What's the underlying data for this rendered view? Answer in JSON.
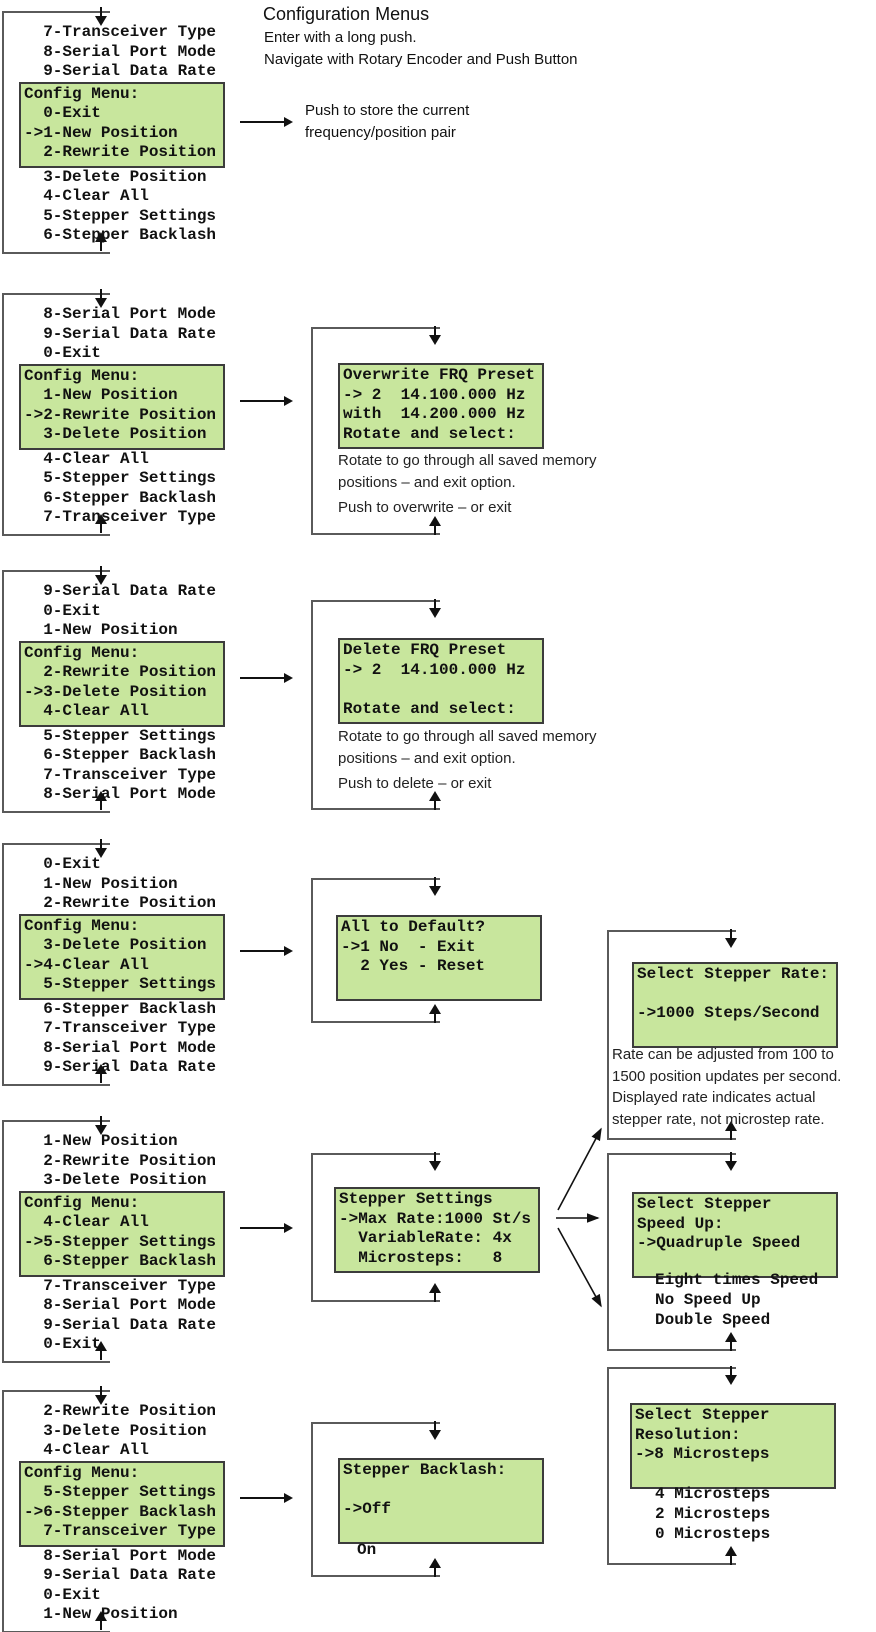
{
  "header": {
    "title": "Configuration Menus",
    "subtitle1": "Enter with a long push.",
    "subtitle2": "Navigate with Rotary Encoder and Push Button"
  },
  "note_store": {
    "lines": [
      "Push to store the current",
      "frequency/position pair"
    ]
  },
  "menus": [
    {
      "above": [
        "  7-Transceiver Type",
        "  8-Serial Port Mode",
        "  9-Serial Data Rate"
      ],
      "lcd": [
        "Config Menu:",
        "  0-Exit",
        "->1-New Position",
        "  2-Rewrite Position"
      ],
      "below": [
        "  3-Delete Position",
        "  4-Clear All",
        "  5-Stepper Settings",
        "  6-Stepper Backlash"
      ]
    },
    {
      "above": [
        "  8-Serial Port Mode",
        "  9-Serial Data Rate",
        "  0-Exit"
      ],
      "lcd": [
        "Config Menu:",
        "  1-New Position",
        "->2-Rewrite Position",
        "  3-Delete Position"
      ],
      "below": [
        "  4-Clear All",
        "  5-Stepper Settings",
        "  6-Stepper Backlash",
        "  7-Transceiver Type"
      ]
    },
    {
      "above": [
        "  9-Serial Data Rate",
        "  0-Exit",
        "  1-New Position"
      ],
      "lcd": [
        "Config Menu:",
        "  2-Rewrite Position",
        "->3-Delete Position",
        "  4-Clear All"
      ],
      "below": [
        "  5-Stepper Settings",
        "  6-Stepper Backlash",
        "  7-Transceiver Type",
        "  8-Serial Port Mode"
      ]
    },
    {
      "above": [
        "  0-Exit",
        "  1-New Position",
        "  2-Rewrite Position"
      ],
      "lcd": [
        "Config Menu:",
        "  3-Delete Position",
        "->4-Clear All",
        "  5-Stepper Settings"
      ],
      "below": [
        "  6-Stepper Backlash",
        "  7-Transceiver Type",
        "  8-Serial Port Mode",
        "  9-Serial Data Rate"
      ]
    },
    {
      "above": [
        "  1-New Position",
        "  2-Rewrite Position",
        "  3-Delete Position"
      ],
      "lcd": [
        "Config Menu:",
        "  4-Clear All",
        "->5-Stepper Settings",
        "  6-Stepper Backlash"
      ],
      "below": [
        "  7-Transceiver Type",
        "  8-Serial Port Mode",
        "  9-Serial Data Rate",
        "  0-Exit"
      ]
    },
    {
      "above": [
        "  2-Rewrite Position",
        "  3-Delete Position",
        "  4-Clear All"
      ],
      "lcd": [
        "Config Menu:",
        "  5-Stepper Settings",
        "->6-Stepper Backlash",
        "  7-Transceiver Type"
      ],
      "below": [
        "  8-Serial Port Mode",
        "  9-Serial Data Rate",
        "  0-Exit",
        "  1-New Position"
      ]
    }
  ],
  "screens": {
    "overwrite": {
      "lcd": [
        "Overwrite FRQ Preset",
        "-> 2  14.100.000 Hz",
        "with  14.200.000 Hz",
        "Rotate and select:"
      ],
      "caption": [
        "Rotate to go through all saved memory",
        "positions – and exit option."
      ],
      "caption2": [
        "Push to overwrite – or exit"
      ]
    },
    "delete": {
      "lcd": [
        "Delete FRQ Preset",
        "-> 2  14.100.000 Hz",
        "",
        "Rotate and select:"
      ],
      "caption": [
        "Rotate to go through all saved memory",
        "positions – and exit option."
      ],
      "caption2": [
        "Push to delete – or exit"
      ]
    },
    "defaults": {
      "lcd": [
        "All to Default?",
        "->1 No  - Exit",
        "  2 Yes - Reset",
        ""
      ]
    },
    "stepper": {
      "lcd": [
        "Stepper Settings",
        "->Max Rate:1000 St/s",
        "  VariableRate: 4x",
        "  Microsteps:   8"
      ]
    },
    "rate": {
      "lcd": [
        "Select Stepper Rate:",
        "",
        "->1000 Steps/Second",
        ""
      ],
      "caption": [
        "Rate can be adjusted from 100 to",
        "1500 position updates per second.",
        "Displayed rate indicates actual",
        "stepper rate, not microstep rate."
      ]
    },
    "speed": {
      "lcd": [
        "Select Stepper",
        "Speed Up:",
        "->Quadruple Speed",
        ""
      ],
      "options": [
        "Eight times Speed",
        "No Speed Up",
        "Double Speed"
      ]
    },
    "resolution": {
      "lcd": [
        "Select Stepper",
        "Resolution:",
        "->8 Microsteps",
        ""
      ],
      "options": [
        "4 Microsteps",
        "2 Microsteps",
        "0 Microsteps"
      ]
    },
    "backlash": {
      "lcd": [
        "Stepper Backlash:",
        "",
        "->Off",
        ""
      ],
      "options": [
        "On"
      ]
    }
  },
  "colors": {
    "lcd_bg": "#c8e69d",
    "lcd_border": "#3c3c3c",
    "line": "#5a5a5a",
    "arrow": "#111111"
  }
}
